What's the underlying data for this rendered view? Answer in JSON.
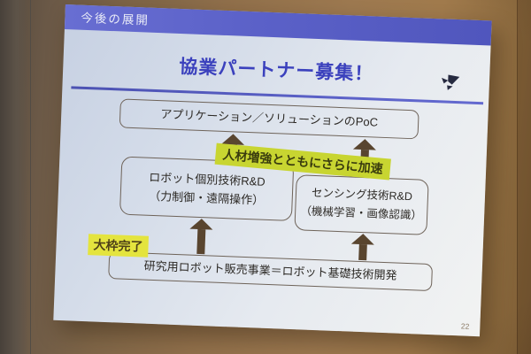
{
  "slide": {
    "header_label": "今後の展開",
    "title": "協業パートナー募集！",
    "page_number": "22",
    "diagram": {
      "top_box": "アプリケーション／ソリューションのPoC",
      "left_box_line1": "ロボット個別技術R&D",
      "left_box_line2": "（力制御・遠隔操作）",
      "right_box_line1": "センシング技術R&D",
      "right_box_line2": "（機械学習・画像認識）",
      "bottom_box": "研究用ロボット販売事業＝ロボット基礎技術開発",
      "callout_accelerate": "人材増強とともにさらに加速",
      "callout_complete": "大枠完了"
    },
    "colors": {
      "header_band": "#5a60c6",
      "title_text": "#3b41bd",
      "callout_accelerate_bg": "#c8d531",
      "callout_complete_bg": "#e4e43e",
      "arrow": "#59452f"
    }
  }
}
